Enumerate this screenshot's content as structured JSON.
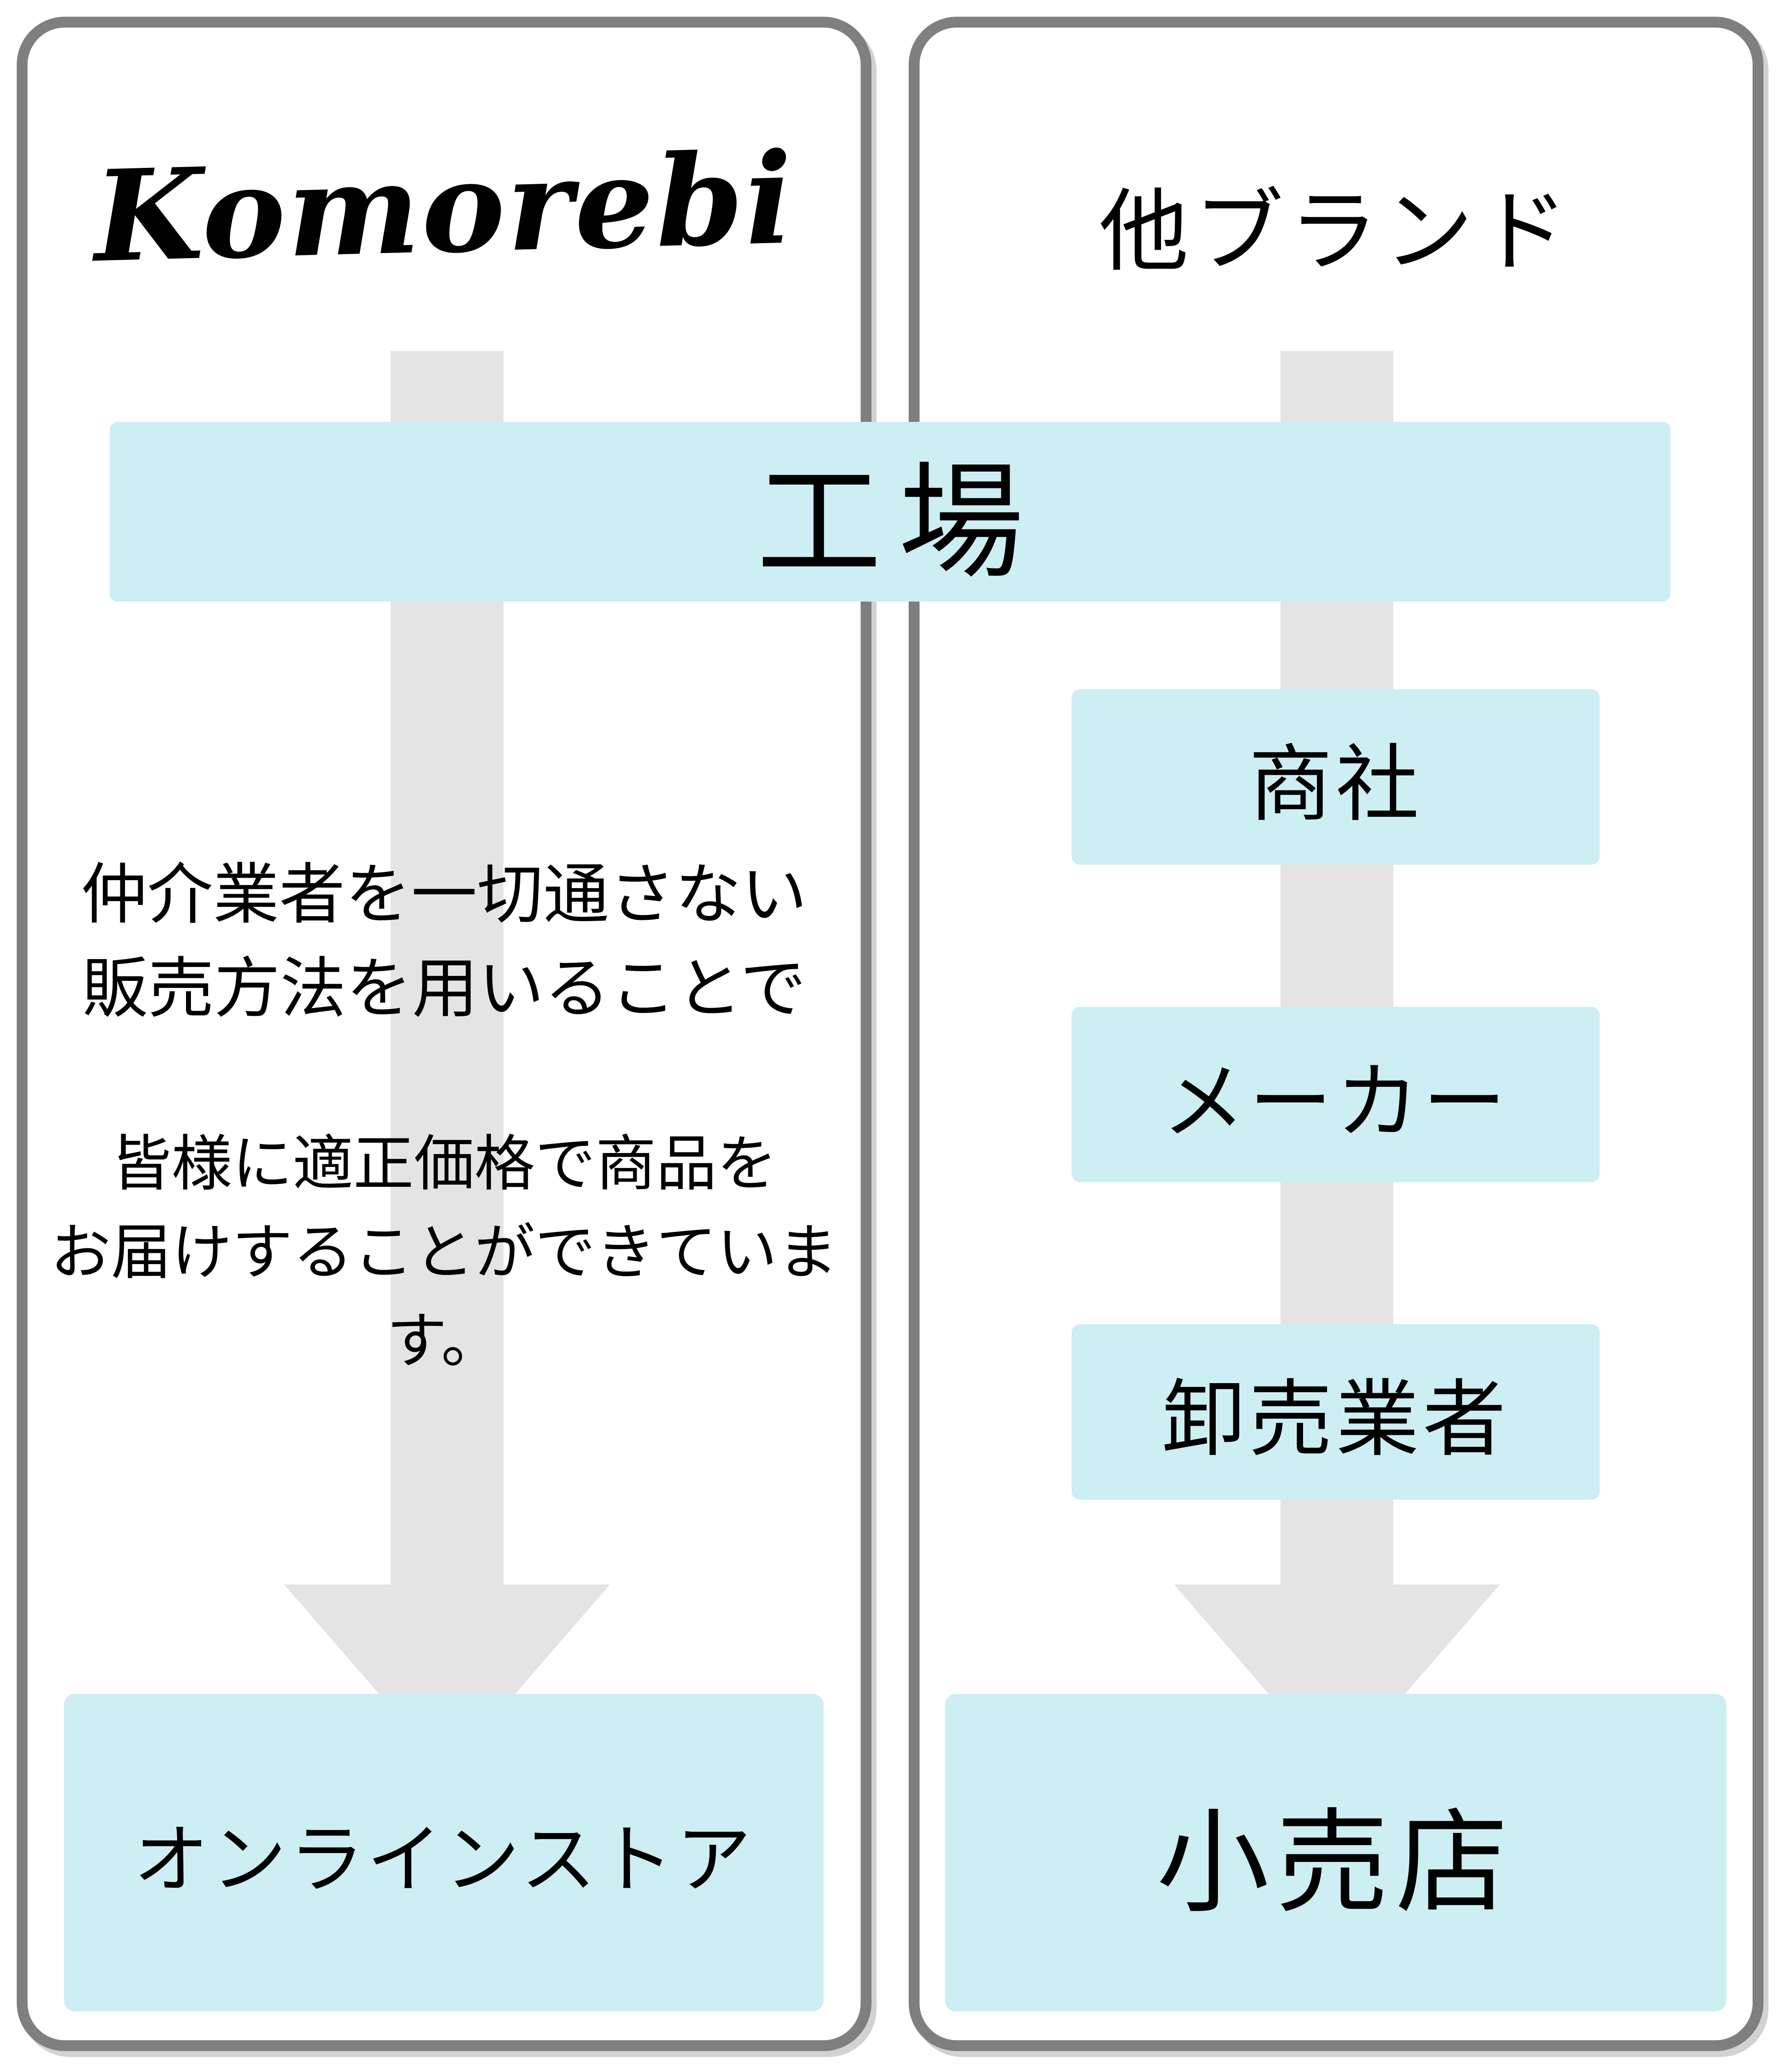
{
  "left_panel": {
    "heading": "Komorebi",
    "paragraph_1": {
      "line_1": "仲介業者を一切通さない",
      "line_2": "販売方法を用いることで"
    },
    "paragraph_2": {
      "line_1": "皆様に適正価格で商品を",
      "line_2": "お届けすることができています。"
    },
    "destination": "オンラインストア"
  },
  "factory": {
    "label": "工場"
  },
  "right_panel": {
    "heading": "他ブランド",
    "steps": [
      {
        "label": "商社"
      },
      {
        "label": "メーカー"
      },
      {
        "label": "卸売業者"
      }
    ],
    "destination": "小売店"
  },
  "colors": {
    "box_fill": "#cdeef2",
    "arrow_gray": "#e4e4e4",
    "panel_border": "#7f7f7f",
    "text": "#000000"
  }
}
